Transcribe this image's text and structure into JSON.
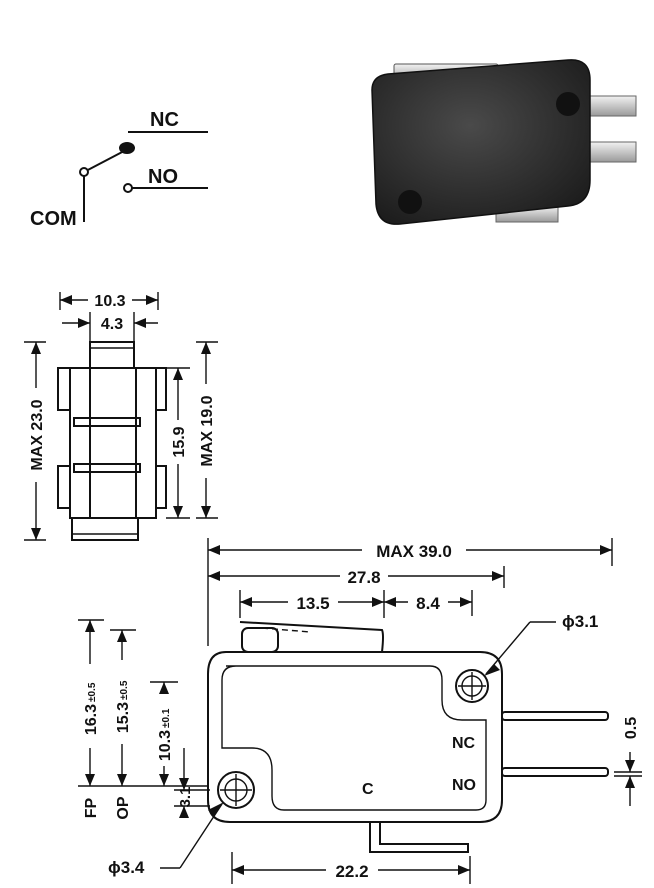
{
  "schematic": {
    "nc_label": "NC",
    "no_label": "NO",
    "com_label": "COM"
  },
  "side_view": {
    "width_outer": "10.3",
    "width_inner": "4.3",
    "height_max": "MAX 23.0",
    "height_mid": "15.9",
    "height_body_max": "MAX 19.0"
  },
  "front_view": {
    "length_max": "MAX 39.0",
    "length_terminal": "27.8",
    "actuator_offset": "13.5",
    "actuator_span": "8.4",
    "hole_upper": "ϕ3.1",
    "hole_lower": "ϕ3.4",
    "terminal_gap": "0.5",
    "base_span": "22.2",
    "fp_main": "16.3",
    "fp_tol": "±0.5",
    "op_main": "15.3",
    "op_tol": "±0.5",
    "pivot_main": "10.3",
    "pivot_tol": "±0.1",
    "hole_height": "3.1",
    "fp_label": "FP",
    "op_label": "OP",
    "nc_label": "NC",
    "no_label": "NO",
    "c_label": "C"
  },
  "colors": {
    "ink": "#111111",
    "photo_body": "#2b2b2b",
    "photo_terminal": "#d9d9d9"
  }
}
